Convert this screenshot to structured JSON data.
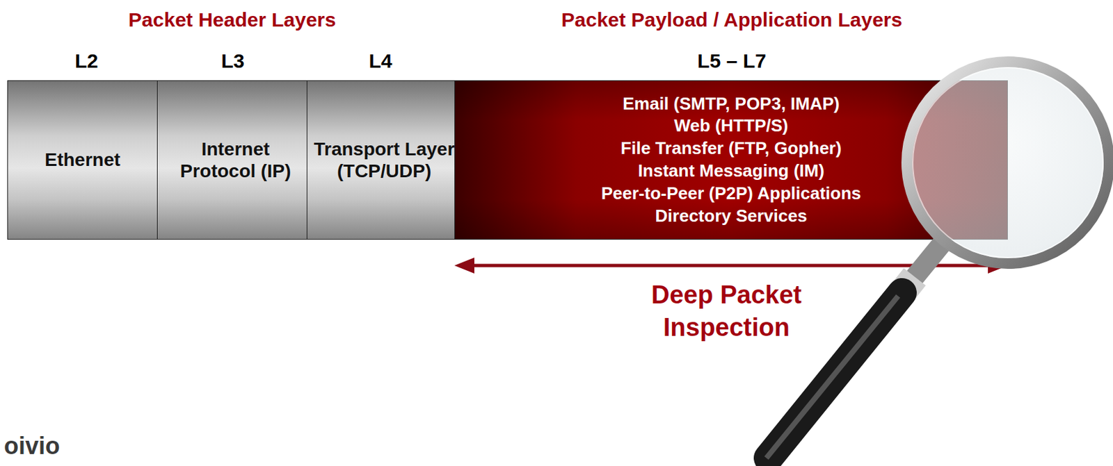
{
  "diagram": {
    "nodes": [
      {
        "text": [
          "Ethernet"
        ]
      },
      {
        "text": [
          "Internet Protocol (IP)"
        ]
      },
      {
        "text": [
          "Transport Layer (TCP/UDP)"
        ]
      },
      {
        "text": [
          "Email (SMTP, POP3, IMAP)",
          "Web (HTTP/S)",
          "File Transfer (FTP, Gopher)",
          "Instant Messaging (IM)",
          "Peer-to-Peer (P2P) Applications",
          "Directory Services"
        ]
      }
    ],
    "labels": [
      "Packet Header Layers",
      "Packet Payload / Application Layers",
      "L2",
      "L3",
      "L4",
      "L5 – L7",
      "Deep Packet Inspection",
      "oivio"
    ]
  }
}
